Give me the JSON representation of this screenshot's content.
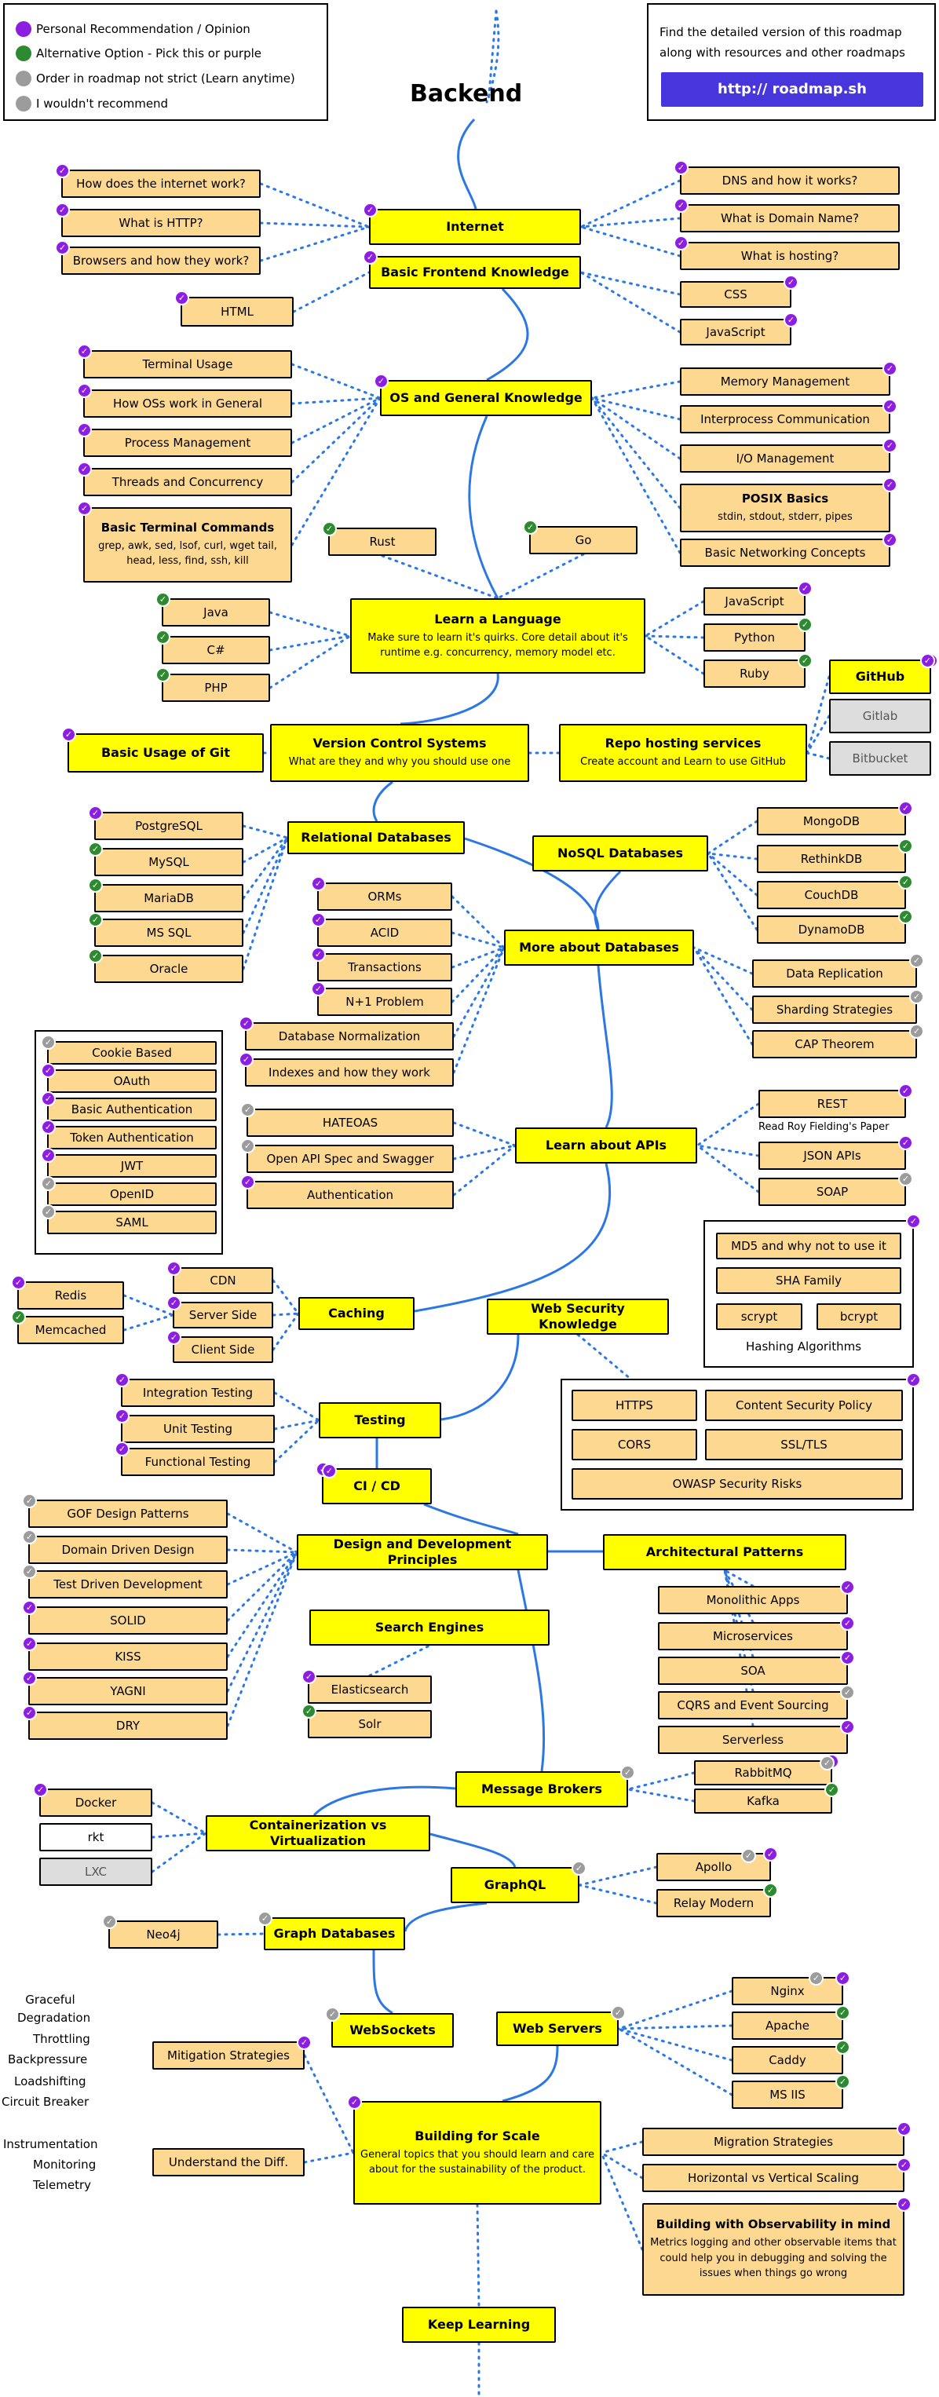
{
  "title": "Backend",
  "legend": {
    "personal": "Personal Recommendation / Opinion",
    "alternative": "Alternative Option - Pick this or purple",
    "order": "Order in roadmap not strict (Learn anytime)",
    "not_recommended": "I wouldn't recommend"
  },
  "info": {
    "text": "Find the detailed version of this roadmap along with resources and other roadmaps",
    "link": "http:// roadmap.sh"
  },
  "colors": {
    "main_topic": "#ffff00",
    "subtopic": "#fdd891",
    "personal": "#8b1ee0",
    "alternative": "#2e8a31",
    "order": "#9c9c9c",
    "not_recommended": "#9c9c9c",
    "connector": "#2b78e4",
    "link_button": "#4636dc"
  },
  "nodes": {
    "internet": "Internet",
    "frontend": "Basic Frontend Knowledge",
    "how_internet": "How does the internet work?",
    "what_http": "What is HTTP?",
    "browsers": "Browsers and how they work?",
    "dns": "DNS and how it works?",
    "domain": "What is Domain Name?",
    "hosting": "What is hosting?",
    "html": "HTML",
    "css": "CSS",
    "javascript_fe": "JavaScript",
    "os": "OS and General Knowledge",
    "terminal": "Terminal Usage",
    "os_work": "How OSs work in General",
    "process": "Process Management",
    "threads": "Threads and Concurrency",
    "terminal_cmds_title": "Basic Terminal Commands",
    "terminal_cmds_body": "grep, awk, sed, lsof, curl, wget tail, head, less, find, ssh, kill",
    "memory": "Memory Management",
    "ipc": "Interprocess Communication",
    "io": "I/O Management",
    "posix_title": "POSIX Basics",
    "posix_body": "stdin, stdout, stderr, pipes",
    "networking": "Basic Networking Concepts",
    "rust": "Rust",
    "go": "Go",
    "language_title": "Learn a Language",
    "language_body": "Make sure to learn it's quirks. Core detail about it's runtime e.g. concurrency, memory model etc.",
    "java": "Java",
    "csharp": "C#",
    "php": "PHP",
    "javascript": "JavaScript",
    "python": "Python",
    "ruby": "Ruby",
    "vcs_title": "Version Control Systems",
    "vcs_body": "What are they and why you should use one",
    "git": "Basic Usage of Git",
    "repo_title": "Repo hosting services",
    "repo_body": "Create account and Learn to use GitHub",
    "github": "GitHub",
    "gitlab": "Gitlab",
    "bitbucket": "Bitbucket",
    "relational": "Relational Databases",
    "postgres": "PostgreSQL",
    "mysql": "MySQL",
    "mariadb": "MariaDB",
    "mssql": "MS SQL",
    "oracle": "Oracle",
    "nosql": "NoSQL Databases",
    "mongodb": "MongoDB",
    "rethinkdb": "RethinkDB",
    "couchdb": "CouchDB",
    "dynamodb": "DynamoDB",
    "more_db": "More about Databases",
    "orms": "ORMs",
    "acid": "ACID",
    "transactions": "Transactions",
    "n1": "N+1 Problem",
    "normalization": "Database Normalization",
    "indexes": "Indexes and how they work",
    "replication": "Data Replication",
    "sharding": "Sharding Strategies",
    "cap": "CAP Theorem",
    "apis": "Learn about APIs",
    "hateoas": "HATEOAS",
    "openapi": "Open API Spec and Swagger",
    "authentication": "Authentication",
    "rest": "REST",
    "fielding": "Read Roy Fielding's Paper",
    "json_apis": "JSON APIs",
    "soap": "SOAP",
    "cookie": "Cookie Based",
    "oauth": "OAuth",
    "basic_auth": "Basic Authentication",
    "token_auth": "Token Authentication",
    "jwt": "JWT",
    "openid": "OpenID",
    "saml": "SAML",
    "caching": "Caching",
    "cdn": "CDN",
    "server_side": "Server Side",
    "client_side": "Client Side",
    "redis": "Redis",
    "memcached": "Memcached",
    "web_security": "Web Security Knowledge",
    "md5": "MD5 and why not to use it",
    "sha": "SHA Family",
    "scrypt": "scrypt",
    "bcrypt": "bcrypt",
    "hashing": "Hashing Algorithms",
    "https": "HTTPS",
    "csp": "Content Security Policy",
    "cors": "CORS",
    "ssl": "SSL/TLS",
    "owasp": "OWASP Security Risks",
    "testing": "Testing",
    "integration": "Integration Testing",
    "unit": "Unit Testing",
    "functional": "Functional Testing",
    "cicd": "CI / CD",
    "design": "Design and Development Principles",
    "gof": "GOF Design Patterns",
    "ddd": "Domain Driven Design",
    "tdd": "Test Driven Development",
    "solid": "SOLID",
    "kiss": "KISS",
    "yagni": "YAGNI",
    "dry": "DRY",
    "architectural": "Architectural Patterns",
    "monolithic": "Monolithic Apps",
    "microservices": "Microservices",
    "soa": "SOA",
    "cqrs": "CQRS and Event Sourcing",
    "serverless": "Serverless",
    "search": "Search Engines",
    "elasticsearch": "Elasticsearch",
    "solr": "Solr",
    "brokers": "Message Brokers",
    "rabbitmq": "RabbitMQ",
    "kafka": "Kafka",
    "containerization": "Containerization vs Virtualization",
    "docker": "Docker",
    "rkt": "rkt",
    "lxc": "LXC",
    "graphql": "GraphQL",
    "apollo": "Apollo",
    "relay": "Relay Modern",
    "graph_db": "Graph Databases",
    "neo4j": "Neo4j",
    "websockets": "WebSockets",
    "web_servers": "Web Servers",
    "nginx": "Nginx",
    "apache": "Apache",
    "caddy": "Caddy",
    "msiis": "MS IIS",
    "mitigation": "Mitigation Strategies",
    "graceful": "Graceful Degradation",
    "throttling": "Throttling",
    "backpressure": "Backpressure",
    "loadshifting": "Loadshifting",
    "circuit": "Circuit Breaker",
    "understand_diff": "Understand the Diff.",
    "instrumentation": "Instrumentation",
    "monitoring": "Monitoring",
    "telemetry": "Telemetry",
    "scale_title": "Building for Scale",
    "scale_body": "General topics that you should learn and care about for the sustainability of the product.",
    "migration": "Migration Strategies",
    "horizontal": "Horizontal vs Vertical Scaling",
    "observability_title": "Building with Observability in mind",
    "observability_body": "Metrics logging and other observable items that could help you in debugging and solving the issues when things go wrong",
    "keep_learning": "Keep Learning"
  }
}
